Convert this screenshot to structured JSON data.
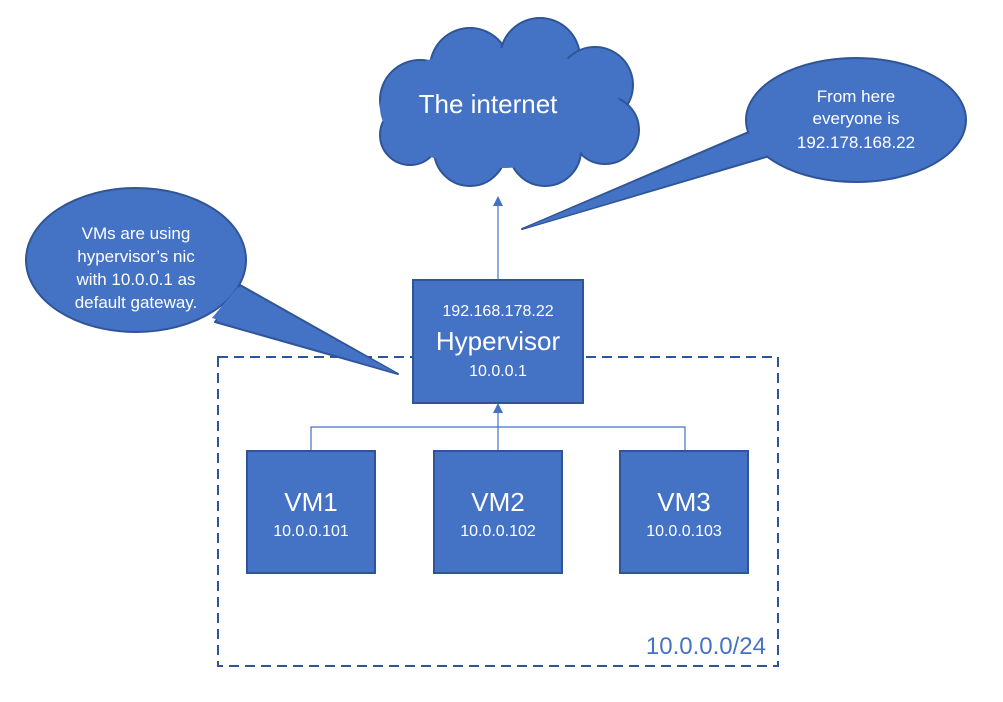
{
  "colors": {
    "box_fill": "#4472C4",
    "box_stroke": "#2F5597",
    "connector": "#4472C4",
    "dashed_border": "#2F5597",
    "subnet_text": "#4472C4",
    "label_text": "#FFFFFF"
  },
  "internet": {
    "label": "The internet"
  },
  "hypervisor": {
    "top_ip": "192.168.178.22",
    "name": "Hypervisor",
    "bottom_ip": "10.0.0.1"
  },
  "vms": [
    {
      "name": "VM1",
      "ip": "10.0.0.101"
    },
    {
      "name": "VM2",
      "ip": "10.0.0.102"
    },
    {
      "name": "VM3",
      "ip": "10.0.0.103"
    }
  ],
  "subnet": {
    "label": "10.0.0.0/24"
  },
  "callouts": {
    "left": [
      "VMs are using",
      "hypervisor’s nic",
      "with 10.0.0.1 as",
      "default gateway."
    ],
    "right": [
      "From here",
      "everyone is",
      "192.178.168.22"
    ]
  }
}
